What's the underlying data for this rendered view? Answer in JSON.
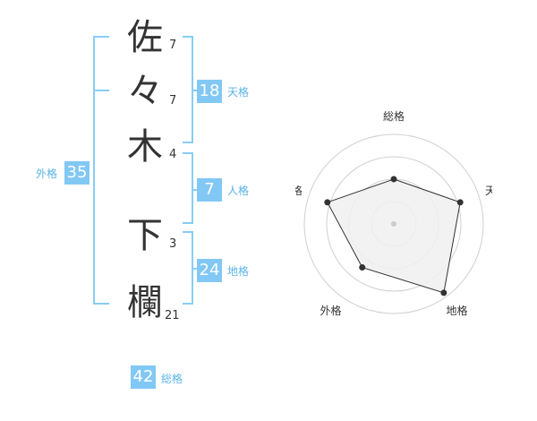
{
  "name": {
    "chars": [
      {
        "kanji": "佐",
        "strokes": "7"
      },
      {
        "kanji": "々",
        "strokes": "7"
      },
      {
        "kanji": "木",
        "strokes": "4"
      },
      {
        "kanji": "下",
        "strokes": "3"
      },
      {
        "kanji": "欄",
        "strokes": "21"
      }
    ]
  },
  "fortunes": {
    "tenkaku": {
      "label": "天格",
      "value": "18"
    },
    "jinkaku": {
      "label": "人格",
      "value": "7"
    },
    "chikaku": {
      "label": "地格",
      "value": "24"
    },
    "gaikaku": {
      "label": "外格",
      "value": "35"
    },
    "soukaku": {
      "label": "総格",
      "value": "42"
    }
  },
  "chart_data": {
    "type": "radar",
    "axes": [
      "総格",
      "天格",
      "地格",
      "外格",
      "人格"
    ],
    "values": [
      0.5,
      0.78,
      0.95,
      0.6,
      0.78
    ],
    "range": [
      0,
      1
    ],
    "rings": 4,
    "colors": {
      "line": "#333333",
      "fill": "#f0f0f0",
      "ring": "#d0d0d0",
      "point": "#333333"
    }
  },
  "colors": {
    "accent": "#82c8f5",
    "accent_text": "#5ab4e8"
  }
}
